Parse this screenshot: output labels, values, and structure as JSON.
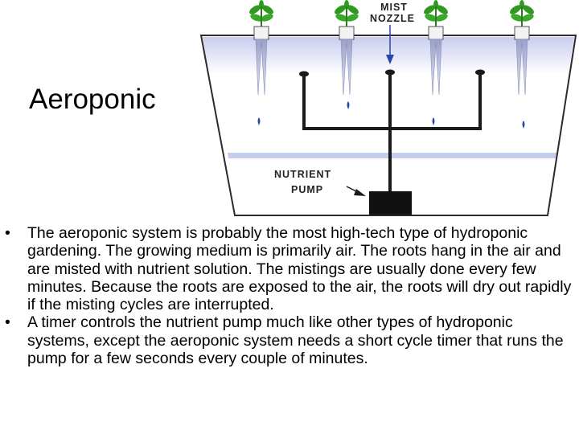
{
  "slide": {
    "title": "Aeroponic"
  },
  "diagram": {
    "label_mist_line1": "MIST",
    "label_mist_line2": "NOZZLE",
    "label_pump_line1": "NUTRIENT",
    "label_pump_line2": "PUMP",
    "colors": {
      "reservoir_outline": "#2b2b2b",
      "mist_fill": "#d6daf2",
      "nutrient_surface": "#b9c6ec",
      "droplet": "#2c44a8",
      "plant_leaf": "#2f9a1f",
      "pipe": "#1a1a1a"
    },
    "icons": [
      "plant-icon",
      "nozzle-icon",
      "droplet-icon",
      "arrow-icon",
      "pump-icon"
    ]
  },
  "bullets": [
    {
      "marker": "•",
      "text": "The aeroponic system is probably the most high-tech type of hydroponic gardening. The growing medium is primarily air. The roots hang in the air and are misted with nutrient solution. The mistings are usually done every few minutes. Because the roots are exposed to the air, the roots will dry out rapidly if the misting cycles are interrupted."
    },
    {
      "marker": "•",
      "text": "A timer controls the nutrient pump much like other types of hydroponic systems, except the aeroponic system needs a short cycle timer that runs the pump for a few seconds every couple of minutes."
    }
  ]
}
